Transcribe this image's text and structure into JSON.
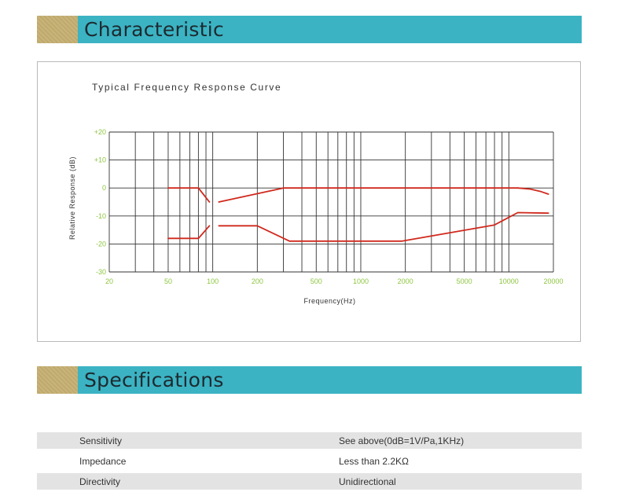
{
  "sections": {
    "characteristic_title": "Characteristic",
    "specifications_title": "Specifications"
  },
  "chart_data": {
    "type": "line",
    "title": "Typical Frequency Response Curve",
    "xlabel": "Frequency(Hz)",
    "ylabel": "Relative Response (dB)",
    "x_scale": "log",
    "xlim": [
      20,
      20000
    ],
    "ylim": [
      -30,
      20
    ],
    "x_tick_labels": [
      "20",
      "50",
      "100",
      "200",
      "500",
      "1000",
      "2000",
      "5000",
      "10000",
      "20000"
    ],
    "x_ticks": [
      20,
      50,
      100,
      200,
      500,
      1000,
      2000,
      5000,
      10000,
      20000
    ],
    "y_tick_labels": [
      "+20",
      "+10",
      "0",
      "-10",
      "-20",
      "-30"
    ],
    "y_ticks": [
      20,
      10,
      0,
      -10,
      -20,
      -30
    ],
    "grid": true,
    "line_color": "#d0291d",
    "grid_color": "#333333",
    "tick_label_color": "#8cc63f",
    "series": [
      {
        "x": [
          50,
          80
        ],
        "y": [
          0,
          0
        ]
      },
      {
        "x": [
          80,
          95
        ],
        "y": [
          0,
          -5
        ]
      },
      {
        "x": [
          110,
          300,
          11500
        ],
        "y": [
          -5,
          0,
          0
        ]
      },
      {
        "x": [
          11500,
          14000,
          16500,
          18500
        ],
        "y": [
          0,
          -0.4,
          -1.3,
          -2.2
        ]
      },
      {
        "x": [
          50,
          80
        ],
        "y": [
          -18,
          -18
        ]
      },
      {
        "x": [
          80,
          95
        ],
        "y": [
          -18,
          -13.5
        ]
      },
      {
        "x": [
          110,
          200,
          330,
          1900,
          8000,
          11500,
          18500
        ],
        "y": [
          -13.5,
          -13.5,
          -19,
          -19,
          -13.2,
          -8.8,
          -9
        ]
      }
    ]
  },
  "specs": [
    {
      "label": "Sensitivity",
      "value": "See above(0dB=1V/Pa,1KHz)"
    },
    {
      "label": "Impedance",
      "value": "Less than 2.2KΩ"
    },
    {
      "label": "Directivity",
      "value": "Unidirectional"
    }
  ]
}
